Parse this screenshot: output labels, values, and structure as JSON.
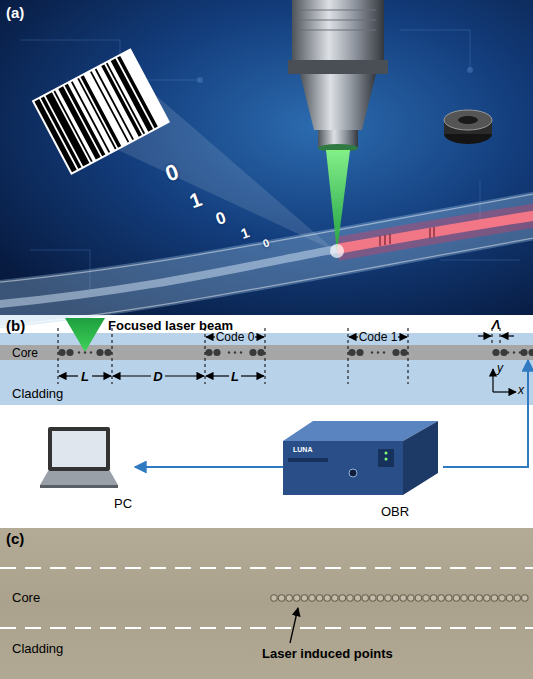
{
  "diagram": {
    "nodes": [
      {
        "text": [
          "Cladding"
        ]
      },
      {
        "text": [
          "Core"
        ],
        "in": 0
      },
      {
        "text": [
          "LUNA",
          "OBR"
        ]
      },
      {
        "text": [
          "PC"
        ]
      }
    ],
    "edges": [
      {
        "from": 2,
        "to": 1,
        "arrow": "to"
      },
      {
        "from": 2,
        "to": 3,
        "arrow": "to"
      }
    ],
    "labels": [
      "(a)",
      "0",
      "1",
      "0",
      "1",
      "0",
      "(b)",
      "Focused laser beam",
      "L",
      "D",
      "Code 0",
      "L",
      "Code 1",
      "Λ",
      "y",
      "x",
      "(c)",
      "Core",
      "Cladding",
      "Laser induced points"
    ]
  }
}
